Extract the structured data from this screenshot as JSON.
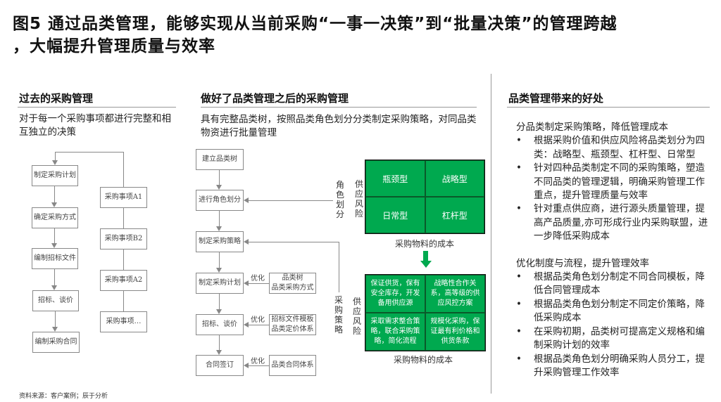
{
  "title": {
    "line1": "图5  通过品类管理，能够实现从当前采购“一事一决策”到“批量决策”的管理跨越",
    "line2": "，大幅提升管理质量与效率"
  },
  "past": {
    "heading": "过去的采购管理",
    "desc": "对于每一个采购事项都进行完整和相互独立的决策",
    "steps": [
      "制定采购计划",
      "确定采购方式",
      "编制招标文件",
      "招标、谈价",
      "编制采购合同"
    ],
    "items": [
      "采购事项A1",
      "采购事项B2",
      "采购事项A2",
      "采购事项…"
    ]
  },
  "after": {
    "heading": "做好了品类管理之后的采购管理",
    "desc": "具有完整品类树，按照品类角色划分分类制定采购策略，对同品类物资进行批量管理",
    "steps": [
      "建立品类树",
      "进行角色划分",
      "制定采购策略",
      "制定采购计划",
      "招标、谈价",
      "合同签订"
    ],
    "inputs": [
      "品类树\n品类采购方式",
      "招标文件模板\n品类定价体系",
      "品类合同体系"
    ],
    "optimize_label": "优化",
    "role_label": "角色划分",
    "strategy_label": "采购策略",
    "matrix1": {
      "y_label": "供应风险",
      "x_label": "采购物料的成本",
      "cells": [
        "瓶颈型",
        "战略型",
        "日常型",
        "杠杆型"
      ]
    },
    "matrix2": {
      "y_label": "供应风险",
      "x_label": "采购物料的成本",
      "cells": [
        "保证供货，保有安全库存，开发备用供应源",
        "战略性合作关系，高等级的供应风控方案",
        "采取需求整合策略，联合采购策略，简化流程",
        "规模化采购，保证最有利价格和供货条款"
      ]
    },
    "accent": "#00a94f"
  },
  "benefits": {
    "heading": "品类管理带来的好处",
    "groups": [
      {
        "title": "分品类制定采购策略，降低管理成本",
        "bullets": [
          "根据采购价值和供应风险将品类划分为四类：战略型、瓶颈型、杠杆型、日常型",
          "针对四种品类制定不同的采购策略，塑造不同品类的管理逻辑，明确采购管理工作重点，提升管理质量与效率",
          "针对重点供应商，进行源头质量管理，提高产品质量,亦可形成行业内采购联盟，进一步降低采购成本"
        ]
      },
      {
        "title": "优化制度与流程，提升管理效率",
        "bullets": [
          "根据品类角色划分制定不同合同模板，降低合同管理成本",
          "根据品类角色划分制定不同定价策略，降低采购成本",
          "在采购初期，品类树可提高定义规格和编制采购计划的效率",
          "根据品类角色划分明确采购人员分工，提升采购管理工作效率"
        ]
      }
    ]
  },
  "source": "资料来源：客户案例；辰于分析"
}
